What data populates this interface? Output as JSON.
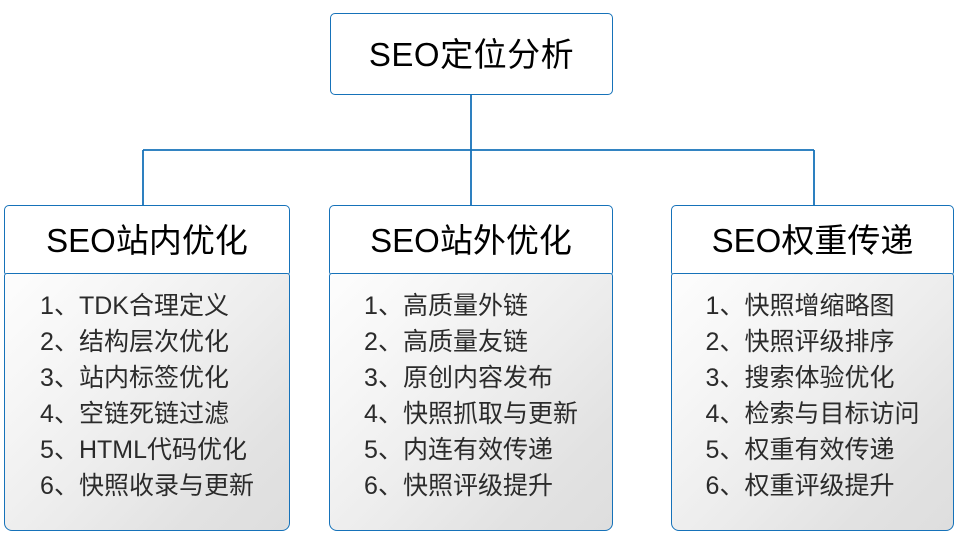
{
  "diagram": {
    "type": "org-chart",
    "accent_color": "#1672b9",
    "text_color": "#000000",
    "item_text_color": "#2b2b2b",
    "body_gradient_from": "#fdfdfd",
    "body_gradient_to": "#dedede",
    "root": {
      "label": "SEO定位分析"
    },
    "columns": [
      {
        "header": "SEO站内优化",
        "items": [
          "1、TDK合理定义",
          "2、结构层次优化",
          "3、站内标签优化",
          "4、空链死链过滤",
          "5、HTML代码优化",
          "6、快照收录与更新"
        ]
      },
      {
        "header": "SEO站外优化",
        "items": [
          "1、高质量外链",
          "2、高质量友链",
          "3、原创内容发布",
          "4、快照抓取与更新",
          "5、内连有效传递",
          "6、快照评级提升"
        ]
      },
      {
        "header": "SEO权重传递",
        "items": [
          "1、快照增缩略图",
          "2、快照评级排序",
          "3、搜索体验优化",
          "4、检索与目标访问",
          "5、权重有效传递",
          "6、权重评级提升"
        ]
      }
    ]
  }
}
